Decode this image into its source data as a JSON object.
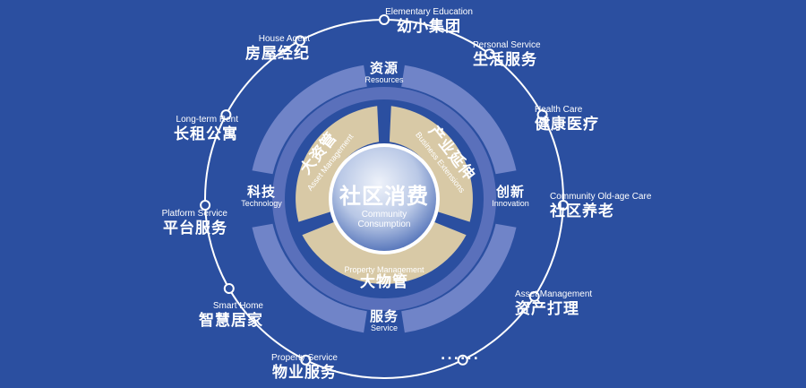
{
  "core": {
    "zh": "社区消费",
    "en_line1": "Community",
    "en_line2": "Consumption"
  },
  "inner_sectors": [
    {
      "zh": "大资管",
      "en": "Asset Management"
    },
    {
      "zh": "产业延伸",
      "en": "Business Extensions"
    },
    {
      "zh": "大物管",
      "en": "Property Management"
    }
  ],
  "ring_labels": [
    {
      "zh": "资源",
      "en": "Resources"
    },
    {
      "zh": "创新",
      "en": "Innovation"
    },
    {
      "zh": "服务",
      "en": "Service"
    },
    {
      "zh": "科技",
      "en": "Technology"
    }
  ],
  "outer_services": [
    {
      "en": "Elementary Education",
      "zh": "幼小集团"
    },
    {
      "en": "Personal Service",
      "zh": "生活服务"
    },
    {
      "en": "Health Care",
      "zh": "健康医疗"
    },
    {
      "en": "Community Old-age Care",
      "zh": "社区养老"
    },
    {
      "en": "Asset Management",
      "zh": "资产打理"
    },
    {
      "en": "Property Service",
      "zh": "物业服务"
    },
    {
      "en": "Smart Home",
      "zh": "智慧居家"
    },
    {
      "en": "Platform Service",
      "zh": "平台服务"
    },
    {
      "en": "Long-term Rent",
      "zh": "长租公寓"
    },
    {
      "en": "House Agent",
      "zh": "房屋经纪"
    }
  ],
  "more_indicator": "......",
  "colors": {
    "background": "#2b4fa0",
    "ring_band": "#6a7fc4",
    "ring_band_light": "#8494d0",
    "sector": "#d8c9a6",
    "core_gradient_top": "#dfe6f4",
    "core_gradient_bottom": "#4a6bb5",
    "line": "#ffffff"
  }
}
